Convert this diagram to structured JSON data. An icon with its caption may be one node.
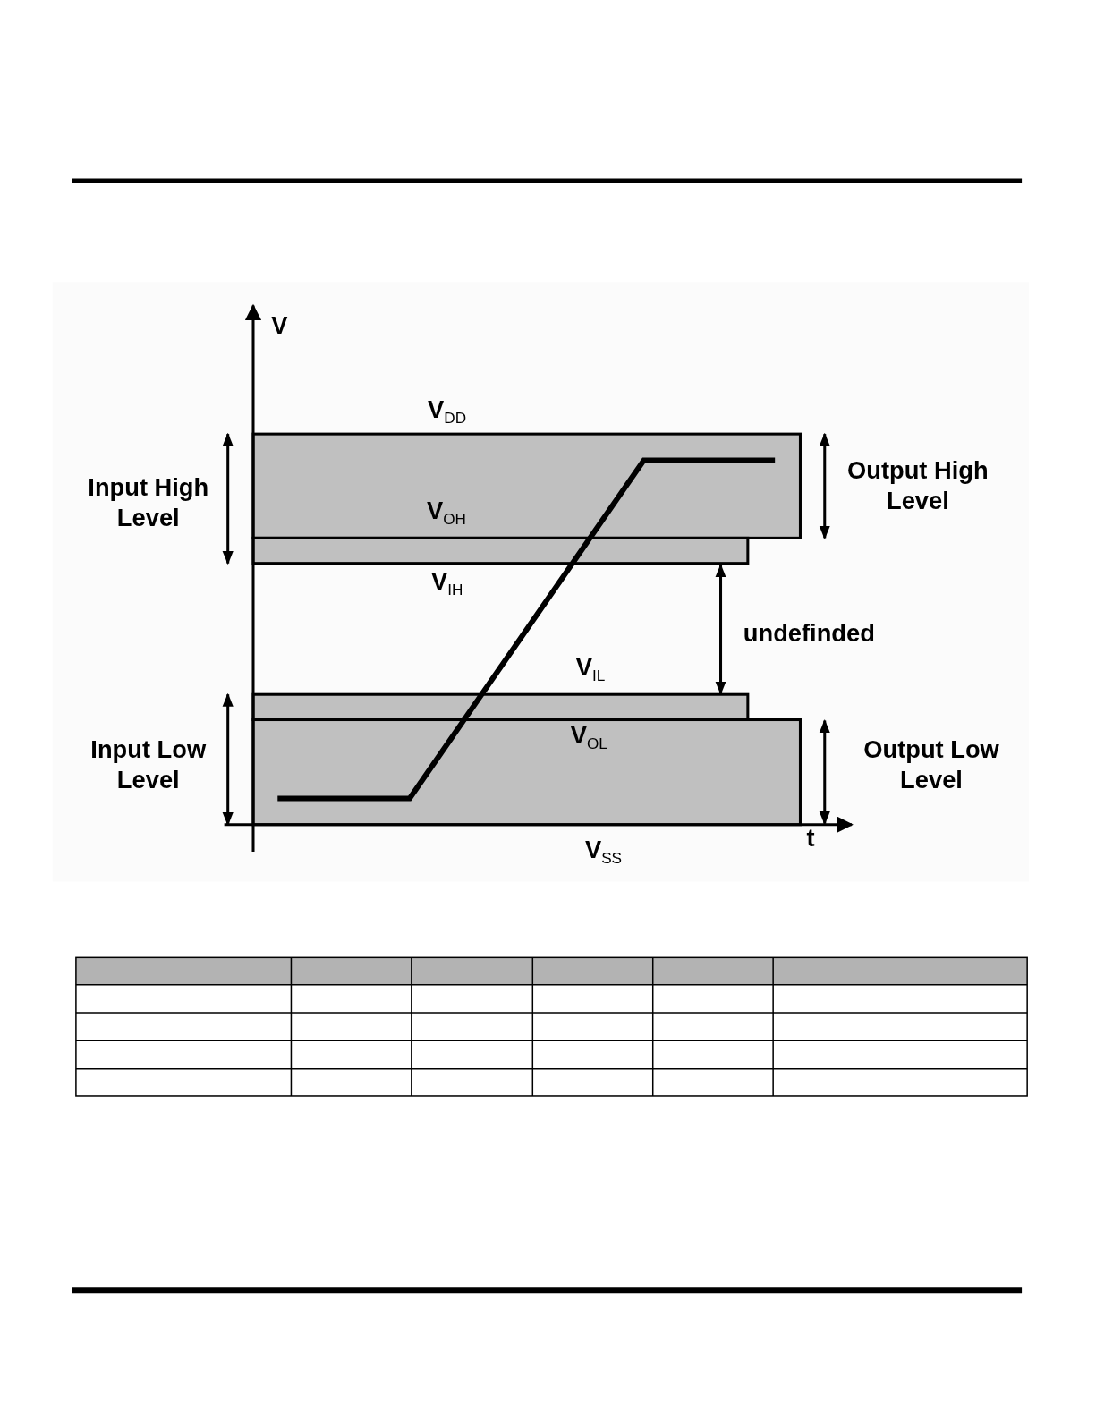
{
  "diagram": {
    "labels": [
      "V",
      "V$_{DD}$",
      "Input High Level",
      "V$_{OH}$",
      "Output High Level",
      "V$_{IH}$",
      "undefinded",
      "V$_{IL}$",
      "Input Low Level",
      "V$_{OL}$",
      "Output Low Level",
      "t",
      "V$_{SS}$"
    ]
  }
}
